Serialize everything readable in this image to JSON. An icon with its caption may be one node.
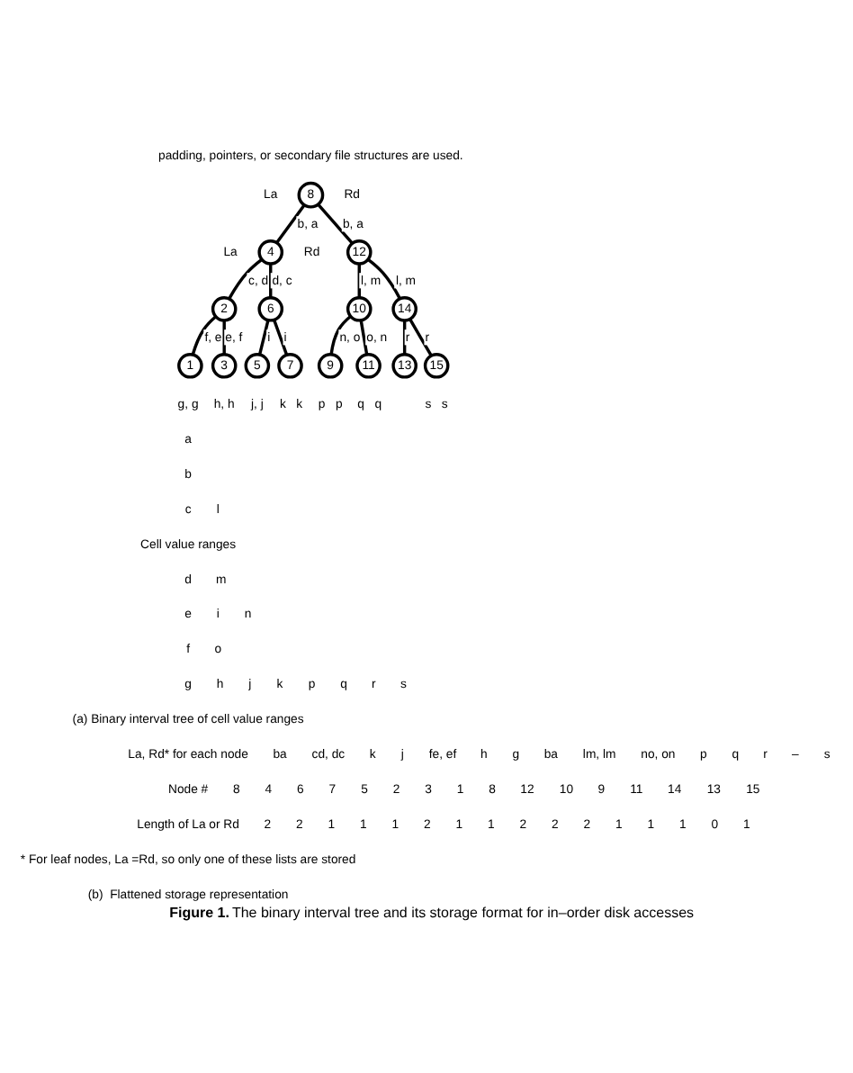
{
  "diagram": {
    "caption": "**Figure 1.**  The binary interval tree and its storage format for in–order disk accesses",
    "nodes": [
      {
        "text": [
          "8"
        ]
      },
      {
        "text": [
          "4"
        ]
      },
      {
        "text": [
          "12"
        ]
      },
      {
        "text": [
          "2"
        ]
      },
      {
        "text": [
          "6"
        ]
      },
      {
        "text": [
          "10"
        ]
      },
      {
        "text": [
          "14"
        ]
      },
      {
        "text": [
          "1"
        ],
        "beside": [
          "g, g"
        ]
      },
      {
        "text": [
          "3"
        ],
        "beside": [
          "h, h"
        ]
      },
      {
        "text": [
          "5"
        ],
        "beside": [
          "j, j"
        ]
      },
      {
        "text": [
          "7"
        ],
        "beside": [
          "k",
          "k"
        ]
      },
      {
        "text": [
          "9"
        ],
        "beside": [
          "p",
          "p"
        ]
      },
      {
        "text": [
          "11"
        ],
        "beside": [
          "q",
          "q"
        ]
      },
      {
        "text": [
          "13"
        ]
      },
      {
        "text": [
          "15"
        ],
        "beside": [
          "s",
          "s"
        ]
      }
    ],
    "edges": [
      {
        "from": 0,
        "to": 1,
        "arrow": "none",
        "label": "b, a"
      },
      {
        "from": 0,
        "to": 2,
        "arrow": "none",
        "label": "b, a"
      },
      {
        "from": 1,
        "to": 3,
        "arrow": "none",
        "label": "c, d"
      },
      {
        "from": 1,
        "to": 4,
        "arrow": "none",
        "label": "d, c"
      },
      {
        "from": 2,
        "to": 5,
        "arrow": "none",
        "label": "l, m"
      },
      {
        "from": 2,
        "to": 6,
        "arrow": "none",
        "label": "l, m"
      },
      {
        "from": 3,
        "to": 7,
        "arrow": "none",
        "label": "f, e"
      },
      {
        "from": 3,
        "to": 8,
        "arrow": "none",
        "label": "e, f"
      },
      {
        "from": 4,
        "to": 9,
        "arrow": "none",
        "label": "i"
      },
      {
        "from": 4,
        "to": 10,
        "arrow": "none",
        "label": "i"
      },
      {
        "from": 5,
        "to": 11,
        "arrow": "none",
        "label": "n, o"
      },
      {
        "from": 5,
        "to": 12,
        "arrow": "none",
        "label": "o, n"
      },
      {
        "from": 6,
        "to": 13,
        "arrow": "none",
        "label": "r"
      },
      {
        "from": 6,
        "to": 14,
        "arrow": "none",
        "label": "r"
      }
    ],
    "labels": [
      "padding, pointers, or secondary file structures are used.",
      "La",
      "Rd",
      "La",
      "Rd",
      "a",
      "b",
      "c",
      "l",
      "Cell value ranges",
      "d",
      "m",
      "e",
      "i",
      "n",
      "f",
      "o",
      "g",
      "h",
      "j",
      "k",
      "p",
      "q",
      "r",
      "s",
      "(a) Binary interval tree of cell value ranges",
      "La, Rd* for each node",
      "ba",
      "cd, dc",
      "k",
      "j",
      "fe, ef",
      "h",
      "g",
      "ba",
      "lm, lm",
      "no, on",
      "p",
      "q",
      "r",
      "–",
      "s",
      "Node #",
      "8",
      "4",
      "6",
      "7",
      "5",
      "2",
      "3",
      "1",
      "8",
      "12",
      "10",
      "9",
      "11",
      "14",
      "13",
      "15",
      "Length of La or Rd",
      "2",
      "2",
      "1",
      "1",
      "1",
      "2",
      "1",
      "1",
      "2",
      "2",
      "2",
      "1",
      "1",
      "1",
      "0",
      "1",
      "* For leaf nodes, La =Rd, so only one of these lists are stored",
      "(b)  Flattened storage representation"
    ]
  }
}
